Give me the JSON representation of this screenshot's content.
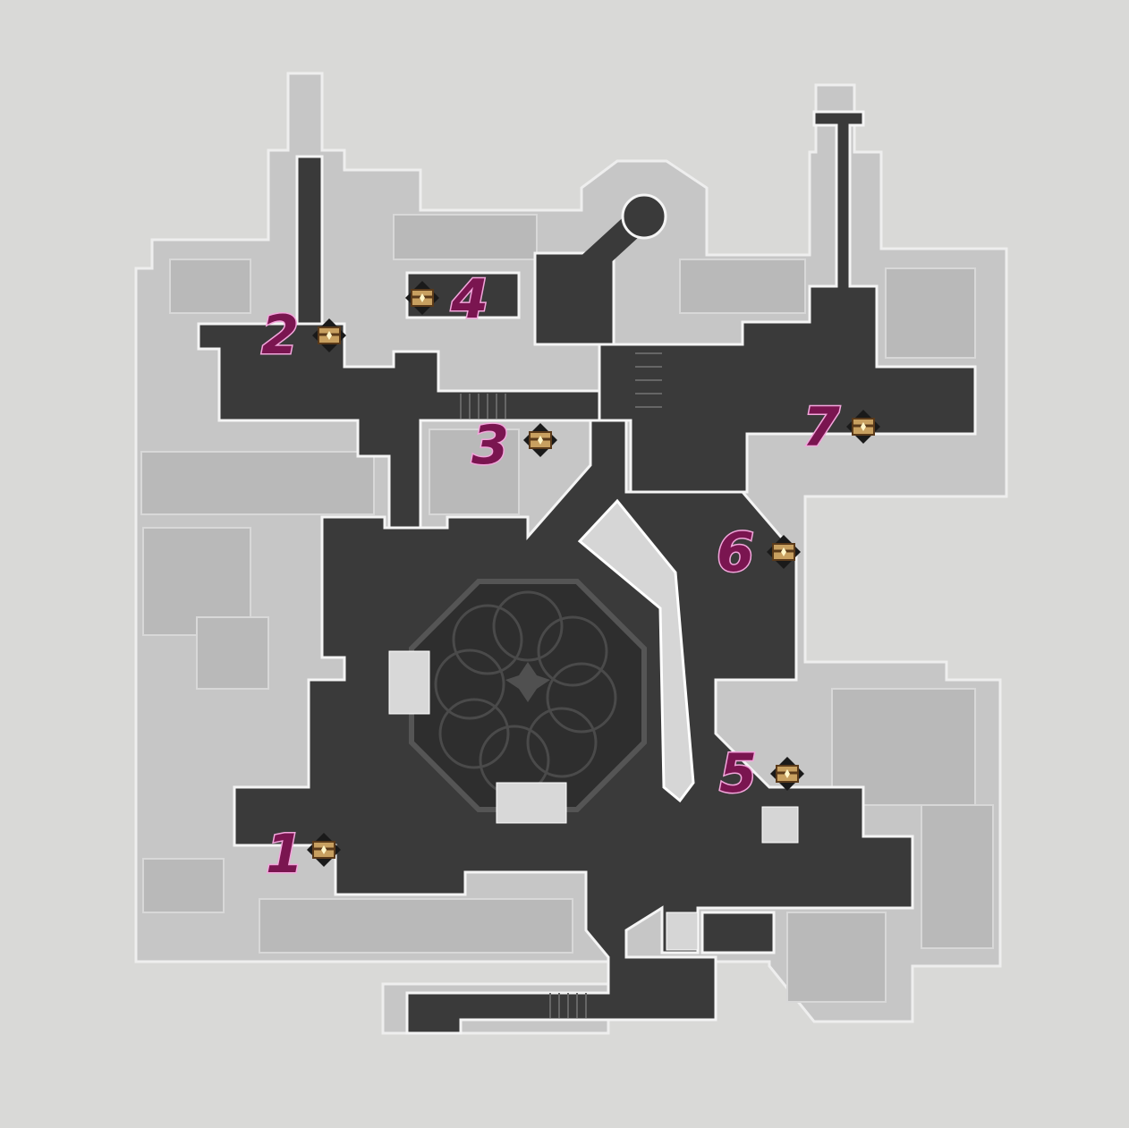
{
  "map": {
    "type": "dungeon-floor-map",
    "colors": {
      "walkable": "#3a3a3a",
      "background": "#d9d9d7",
      "inactive": "#c4c4c4",
      "marker_fill": "#7a1550",
      "marker_outline": "#f3a6dc",
      "chest": "#c8a060"
    },
    "markers": [
      {
        "label": "1",
        "icon": "treasure-chest-icon"
      },
      {
        "label": "2",
        "icon": "treasure-chest-icon"
      },
      {
        "label": "3",
        "icon": "treasure-chest-icon"
      },
      {
        "label": "4",
        "icon": "treasure-chest-icon"
      },
      {
        "label": "5",
        "icon": "treasure-chest-icon"
      },
      {
        "label": "6",
        "icon": "treasure-chest-icon"
      },
      {
        "label": "7",
        "icon": "treasure-chest-icon"
      }
    ]
  }
}
